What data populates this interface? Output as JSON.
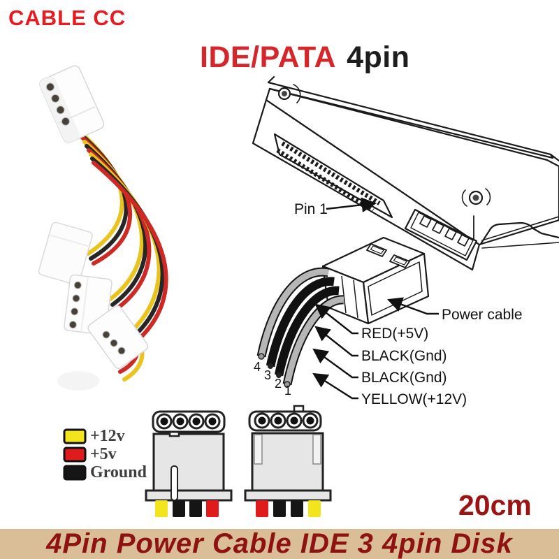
{
  "brand": {
    "name": "CABLE CC",
    "color": "#e81b22"
  },
  "header": {
    "title_red": "IDE/PATA",
    "title_black": "4pin"
  },
  "diagram": {
    "pin1_label": "Pin 1",
    "power_cable_label": "Power cable",
    "wire_labels": [
      "RED(+5V)",
      "BLACK(Gnd)",
      "BLACK(Gnd)",
      "YELLOW(+12V)"
    ],
    "pin_numbers": [
      "4",
      "3",
      "2",
      "1"
    ]
  },
  "legend": {
    "items": [
      {
        "label": "+12v",
        "color": "#f3e51d"
      },
      {
        "label": "+5v",
        "color": "#e01b1d"
      },
      {
        "label": "Ground",
        "color": "#151515"
      }
    ]
  },
  "connector_views": {
    "left_wire_colors": [
      "#f3e51d",
      "#151515",
      "#151515",
      "#e01b1d"
    ],
    "right_wire_colors": [
      "#e01b1d",
      "#151515",
      "#151515",
      "#f3e51d"
    ]
  },
  "size_label": "20cm",
  "banner": {
    "text": "4Pin Power Cable IDE 3 4pin Disk",
    "bg": "#d9be98",
    "text_color": "#8e1211"
  },
  "palette": {
    "line_art": "#1a1a1a",
    "diagram_gray_wire": "#b6b6b6",
    "connector_body_gray": "#e6e6e6",
    "photo_wire_yellow": "#e9c41e",
    "photo_wire_red": "#cd2a25",
    "photo_wire_black": "#262626"
  }
}
